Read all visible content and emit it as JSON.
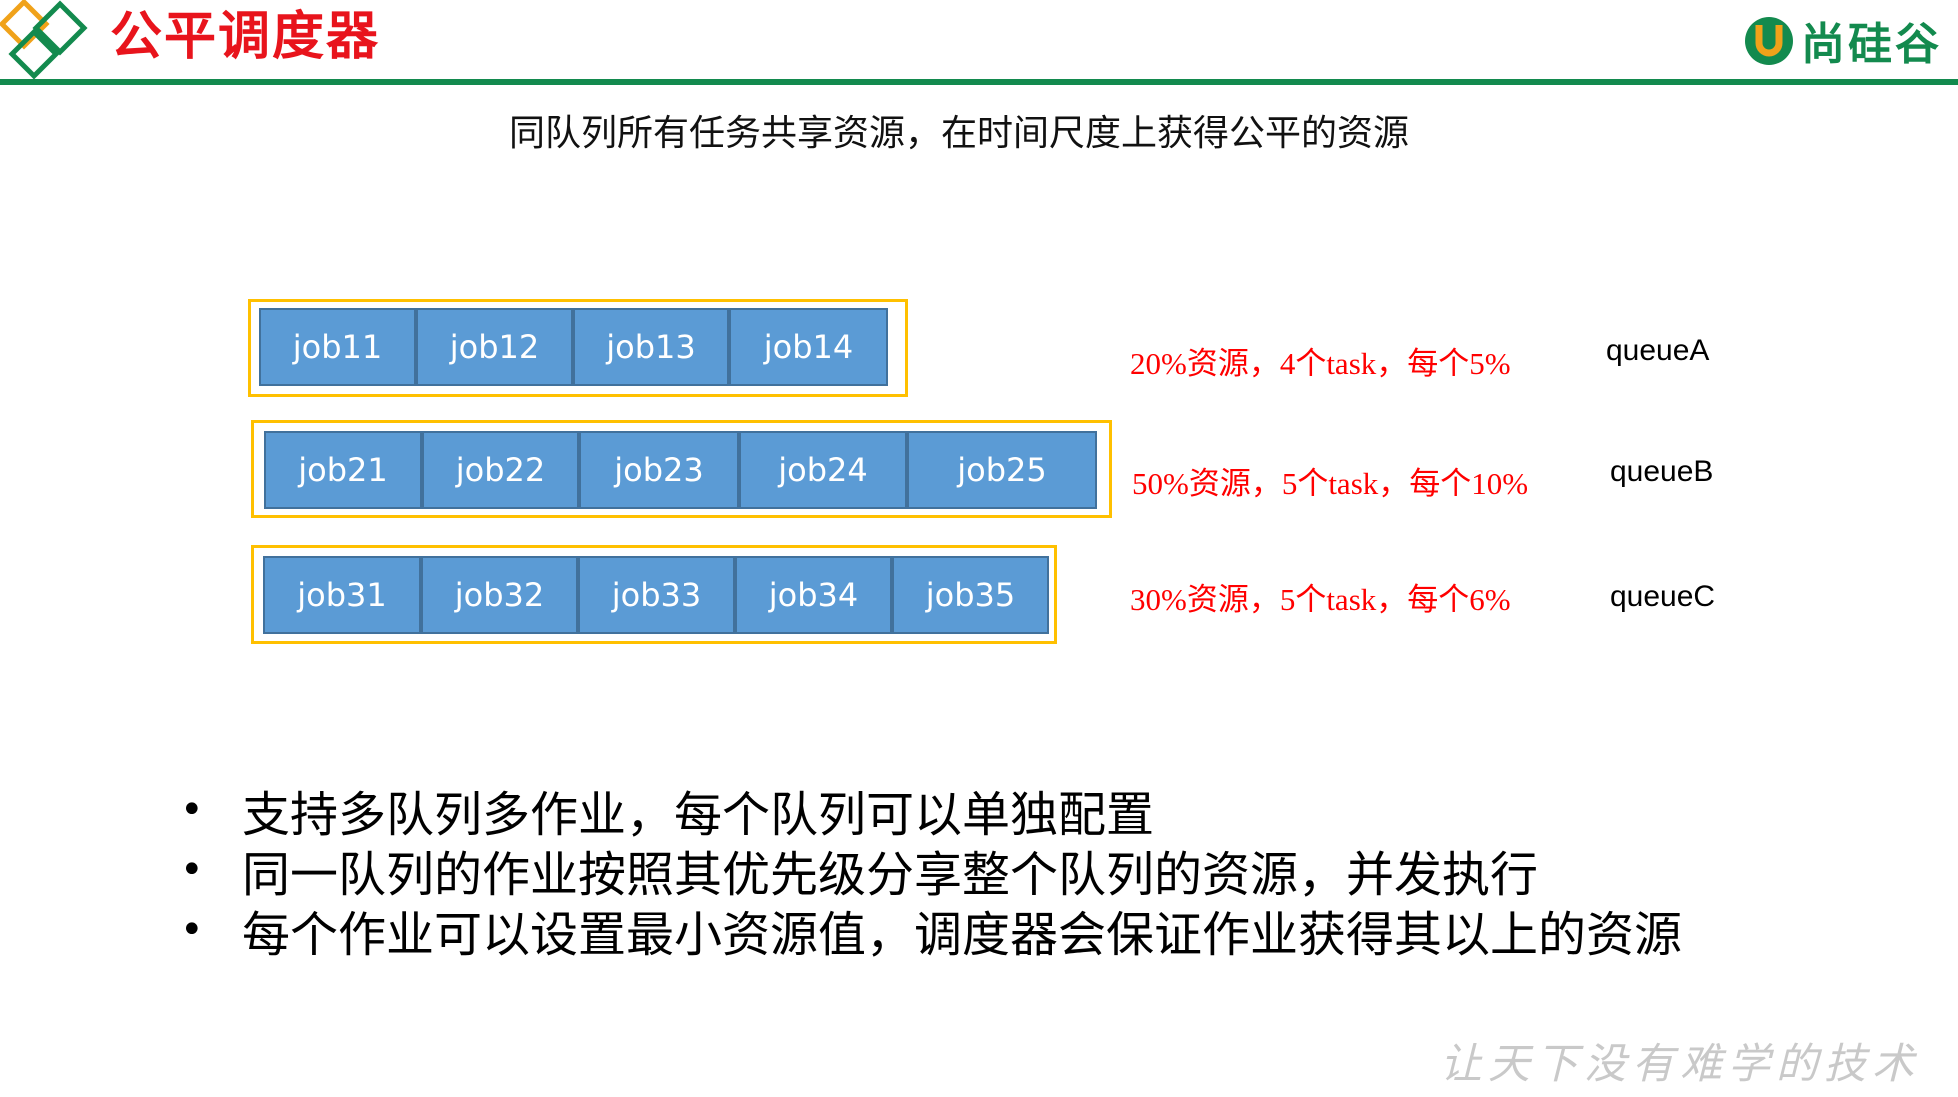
{
  "header": {
    "title": "公平调度器",
    "brand_name": "尚硅谷",
    "title_color": "#e8141c",
    "line_color": "#138a4e",
    "brand_color": "#138a4e",
    "brand_accent": "#f0a21a",
    "logo_icon": "diamond-logo-icon"
  },
  "subtitle": "同队列所有任务共享资源，在时间尺度上获得公平的资源",
  "colors": {
    "job_fill": "#5b9bd5",
    "job_border": "#41719c",
    "frame_border": "#ffc000",
    "alloc_text": "#ff0000",
    "slogan": "#c9c9c9"
  },
  "queues": [
    {
      "name": "queueA",
      "allocation": "20%资源，4个task，每个5%",
      "jobs": [
        "job11",
        "job12",
        "job13",
        "job14"
      ]
    },
    {
      "name": "queueB",
      "allocation": "50%资源，5个task，每个10%",
      "jobs": [
        "job21",
        "job22",
        "job23",
        "job24",
        "job25"
      ]
    },
    {
      "name": "queueC",
      "allocation": "30%资源，5个task，每个6%",
      "jobs": [
        "job31",
        "job32",
        "job33",
        "job34",
        "job35"
      ]
    }
  ],
  "bullets": [
    "支持多队列多作业，每个队列可以单独配置",
    "同一队列的作业按照其优先级分享整个队列的资源，并发执行",
    "每个作业可以设置最小资源值，调度器会保证作业获得其以上的资源"
  ],
  "slogan": "让天下没有难学的技术"
}
